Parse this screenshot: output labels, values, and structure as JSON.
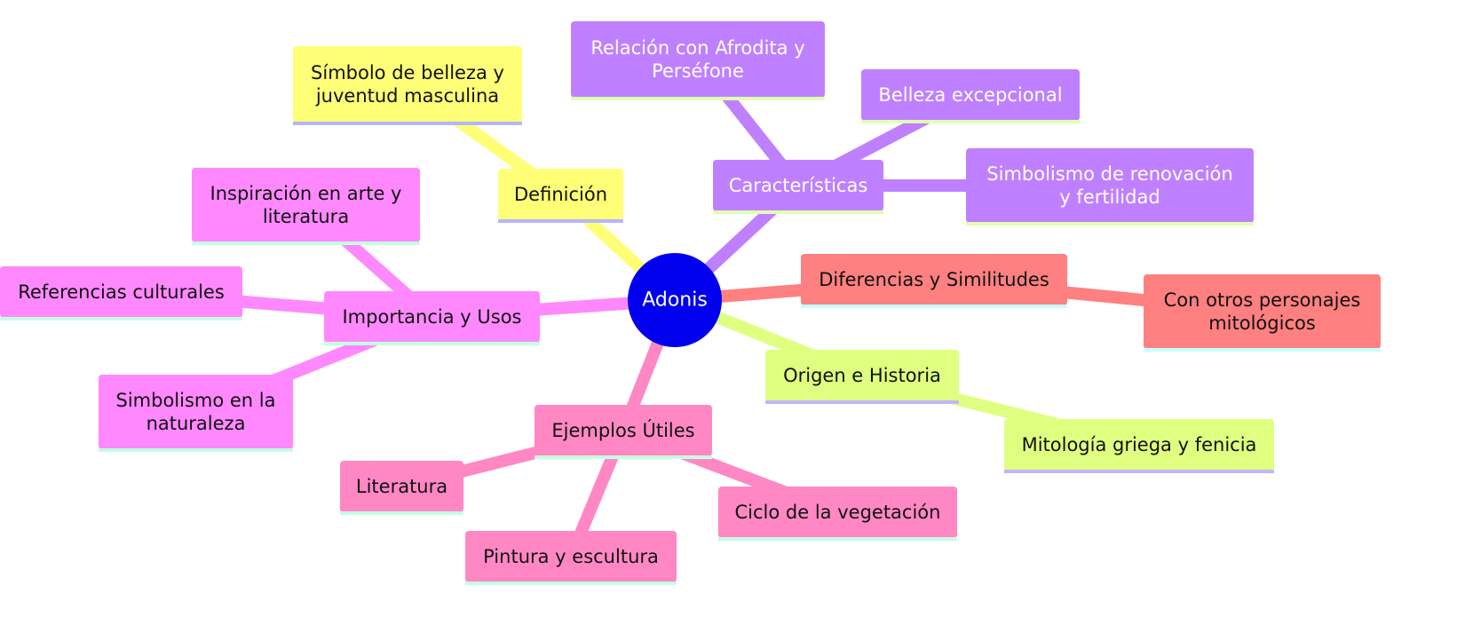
{
  "diagram": {
    "type": "mindmap",
    "root": {
      "label": "Adonis",
      "color": "#0000ee",
      "text_color": "#ffffff"
    },
    "branches": [
      {
        "id": "definicion",
        "label": "Definición",
        "color": "#ffff77",
        "text_color": "#111111",
        "children": [
          {
            "id": "definicion-1",
            "lines": [
              "Símbolo de belleza y",
              "juventud masculina"
            ]
          }
        ]
      },
      {
        "id": "caracteristicas",
        "label": "Características",
        "color": "#bf80ff",
        "text_color": "#ffffff",
        "children": [
          {
            "id": "caracteristicas-1",
            "lines": [
              "Relación con Afrodita y",
              "Perséfone"
            ]
          },
          {
            "id": "caracteristicas-2",
            "lines": [
              "Belleza excepcional"
            ]
          },
          {
            "id": "caracteristicas-3",
            "lines": [
              "Simbolismo de renovación",
              "y fertilidad"
            ]
          }
        ]
      },
      {
        "id": "diferencias",
        "label": "Diferencias y Similitudes",
        "color": "#ff8080",
        "text_color": "#111111",
        "children": [
          {
            "id": "diferencias-1",
            "lines": [
              "Con otros personajes",
              "mitológicos"
            ]
          }
        ]
      },
      {
        "id": "origen",
        "label": "Origen e Historia",
        "color": "#dfff80",
        "text_color": "#111111",
        "children": [
          {
            "id": "origen-1",
            "lines": [
              "Mitología griega y fenicia"
            ]
          }
        ]
      },
      {
        "id": "ejemplos",
        "label": "Ejemplos Útiles",
        "color": "#ff88c4",
        "text_color": "#111111",
        "children": [
          {
            "id": "ejemplos-1",
            "lines": [
              "Literatura"
            ]
          },
          {
            "id": "ejemplos-2",
            "lines": [
              "Pintura y escultura"
            ]
          },
          {
            "id": "ejemplos-3",
            "lines": [
              "Ciclo de la vegetación"
            ]
          }
        ]
      },
      {
        "id": "importancia",
        "label": "Importancia y Usos",
        "color": "#ff88ff",
        "text_color": "#111111",
        "children": [
          {
            "id": "importancia-1",
            "lines": [
              "Inspiración en arte y",
              "literatura"
            ]
          },
          {
            "id": "importancia-2",
            "lines": [
              "Referencias culturales"
            ]
          },
          {
            "id": "importancia-3",
            "lines": [
              "Simbolismo en la",
              "naturaleza"
            ]
          }
        ]
      }
    ]
  }
}
